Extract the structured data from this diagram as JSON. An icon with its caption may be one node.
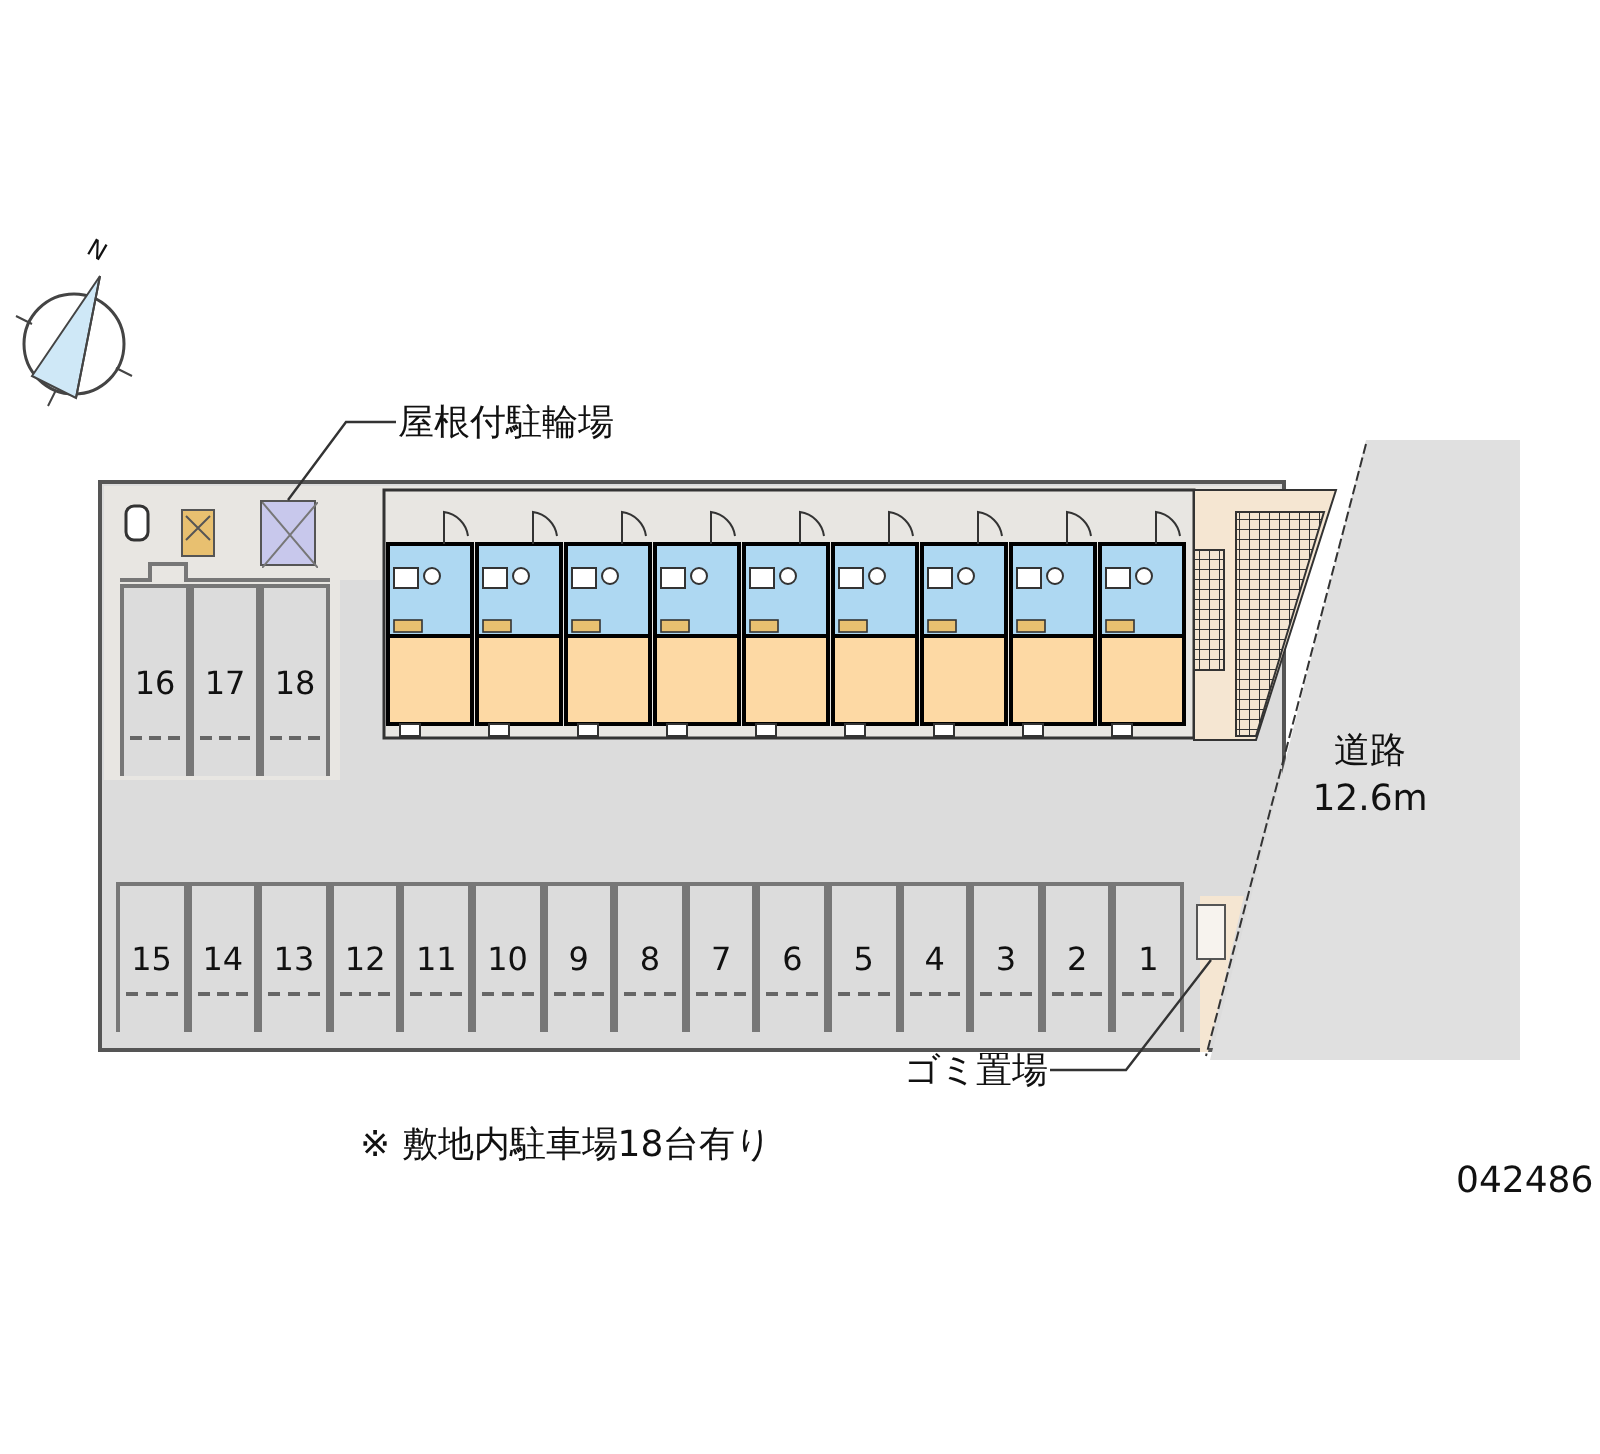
{
  "diagram": {
    "nodes": [
      {
        "text": [
          "屋根付駐輪場"
        ]
      },
      {
        "text": [],
        "shape": "box"
      },
      {
        "text": [
          "16"
        ]
      },
      {
        "text": [
          "17"
        ]
      },
      {
        "text": [
          "18"
        ]
      },
      {
        "text": [
          "15"
        ]
      },
      {
        "text": [
          "14"
        ]
      },
      {
        "text": [
          "13"
        ]
      },
      {
        "text": [
          "12"
        ]
      },
      {
        "text": [
          "11"
        ]
      },
      {
        "text": [
          "10"
        ]
      },
      {
        "text": [
          "9"
        ]
      },
      {
        "text": [
          "8"
        ]
      },
      {
        "text": [
          "7"
        ]
      },
      {
        "text": [
          "6"
        ]
      },
      {
        "text": [
          "5"
        ]
      },
      {
        "text": [
          "4"
        ]
      },
      {
        "text": [
          "3"
        ]
      },
      {
        "text": [
          "2"
        ]
      },
      {
        "text": [
          "1"
        ]
      },
      {
        "text": [
          "道路 12.6m"
        ]
      },
      {
        "text": [
          "ゴミ置場"
        ]
      },
      {
        "text": [],
        "shape": "box"
      }
    ],
    "edges": [
      {
        "from": 0,
        "to": 1,
        "arrow": "none"
      },
      {
        "from": 21,
        "to": 22,
        "arrow": "none"
      }
    ],
    "labels": [
      "N",
      "※ 敷地内駐車場18台有り",
      "042486"
    ]
  }
}
